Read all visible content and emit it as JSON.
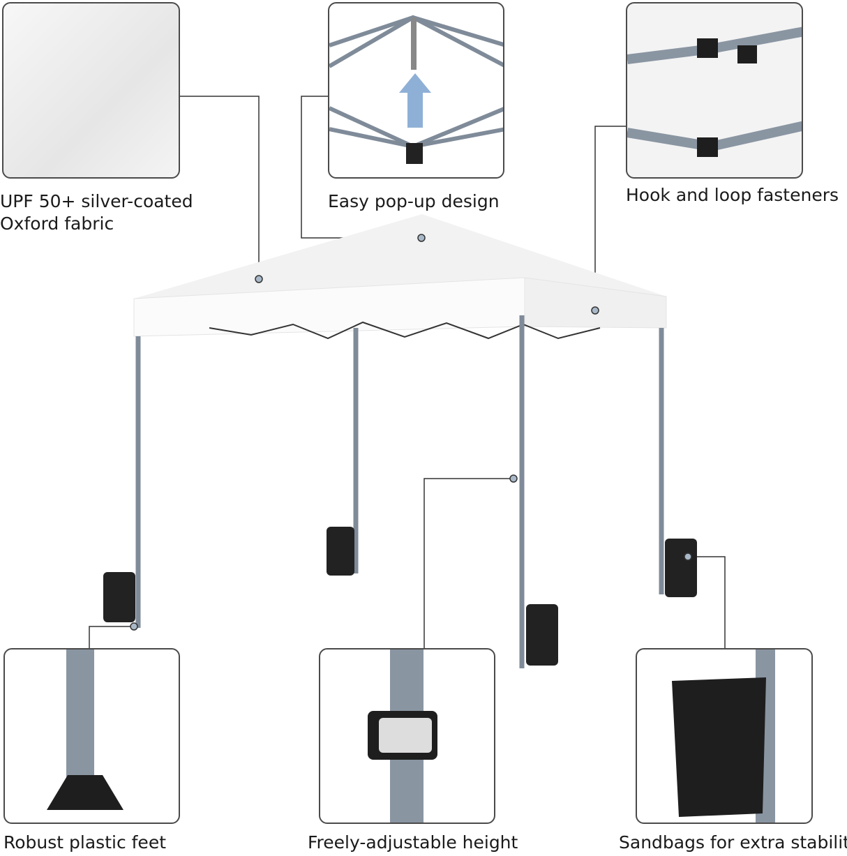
{
  "features": {
    "fabric": {
      "line1": "UPF 50+ silver-coated",
      "line2": "Oxford fabric"
    },
    "popup": {
      "label": "Easy pop-up design"
    },
    "fasteners": {
      "label": "Hook and loop fasteners"
    },
    "feet": {
      "label": "Robust plastic feet"
    },
    "height": {
      "label": "Freely-adjustable height"
    },
    "sandbags": {
      "label": "Sandbags for extra stability"
    }
  },
  "colors": {
    "frame": "#7f8b99",
    "arrow": "#8fb0d6",
    "canopy": "#f7f7f7",
    "sandbag": "#1e1e1e",
    "dot": "#a9b8c8"
  }
}
